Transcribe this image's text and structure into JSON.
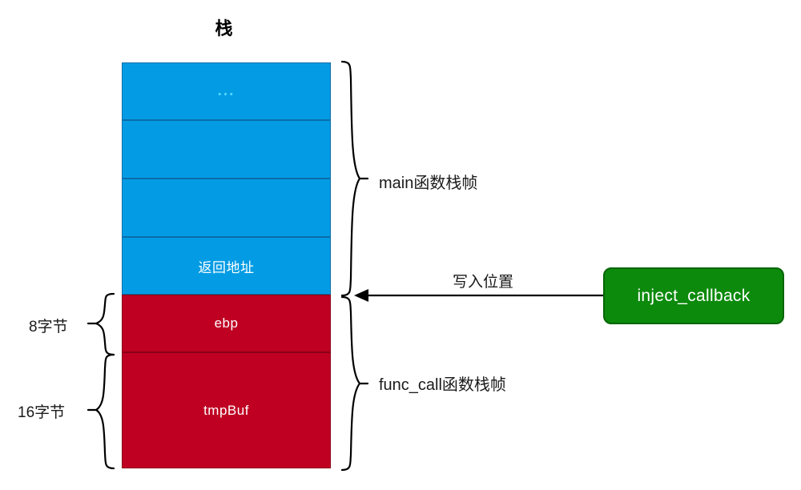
{
  "diagram": {
    "title": "栈",
    "colors": {
      "blue_frame": "#039ce4",
      "red_frame": "#bf0023",
      "green_node": "#0c8a0c",
      "stroke": "#000000",
      "dots": "#56d7ff"
    },
    "stack_cells": [
      {
        "label": "...",
        "region": "main",
        "color": "#039ce4"
      },
      {
        "label": "",
        "region": "main",
        "color": "#039ce4"
      },
      {
        "label": "",
        "region": "main",
        "color": "#039ce4"
      },
      {
        "label": "返回地址",
        "region": "main",
        "color": "#039ce4"
      },
      {
        "label": "ebp",
        "region": "func_call",
        "color": "#bf0023"
      },
      {
        "label": "tmpBuf",
        "region": "func_call",
        "color": "#bf0023"
      }
    ],
    "left_annotations": [
      {
        "name": "8-bytes",
        "label": "8字节",
        "covers": "ebp"
      },
      {
        "name": "16-bytes",
        "label": "16字节",
        "covers": "tmpBuf"
      }
    ],
    "right_annotations": [
      {
        "name": "main-frame",
        "label": "main函数栈帧"
      },
      {
        "name": "func-call-frame",
        "label": "func_call函数栈帧"
      }
    ],
    "arrow": {
      "label": "写入位置",
      "from": "inject_callback",
      "to": "boundary between 返回地址 and ebp",
      "direction": "left"
    },
    "node": {
      "label": "inject_callback"
    }
  }
}
